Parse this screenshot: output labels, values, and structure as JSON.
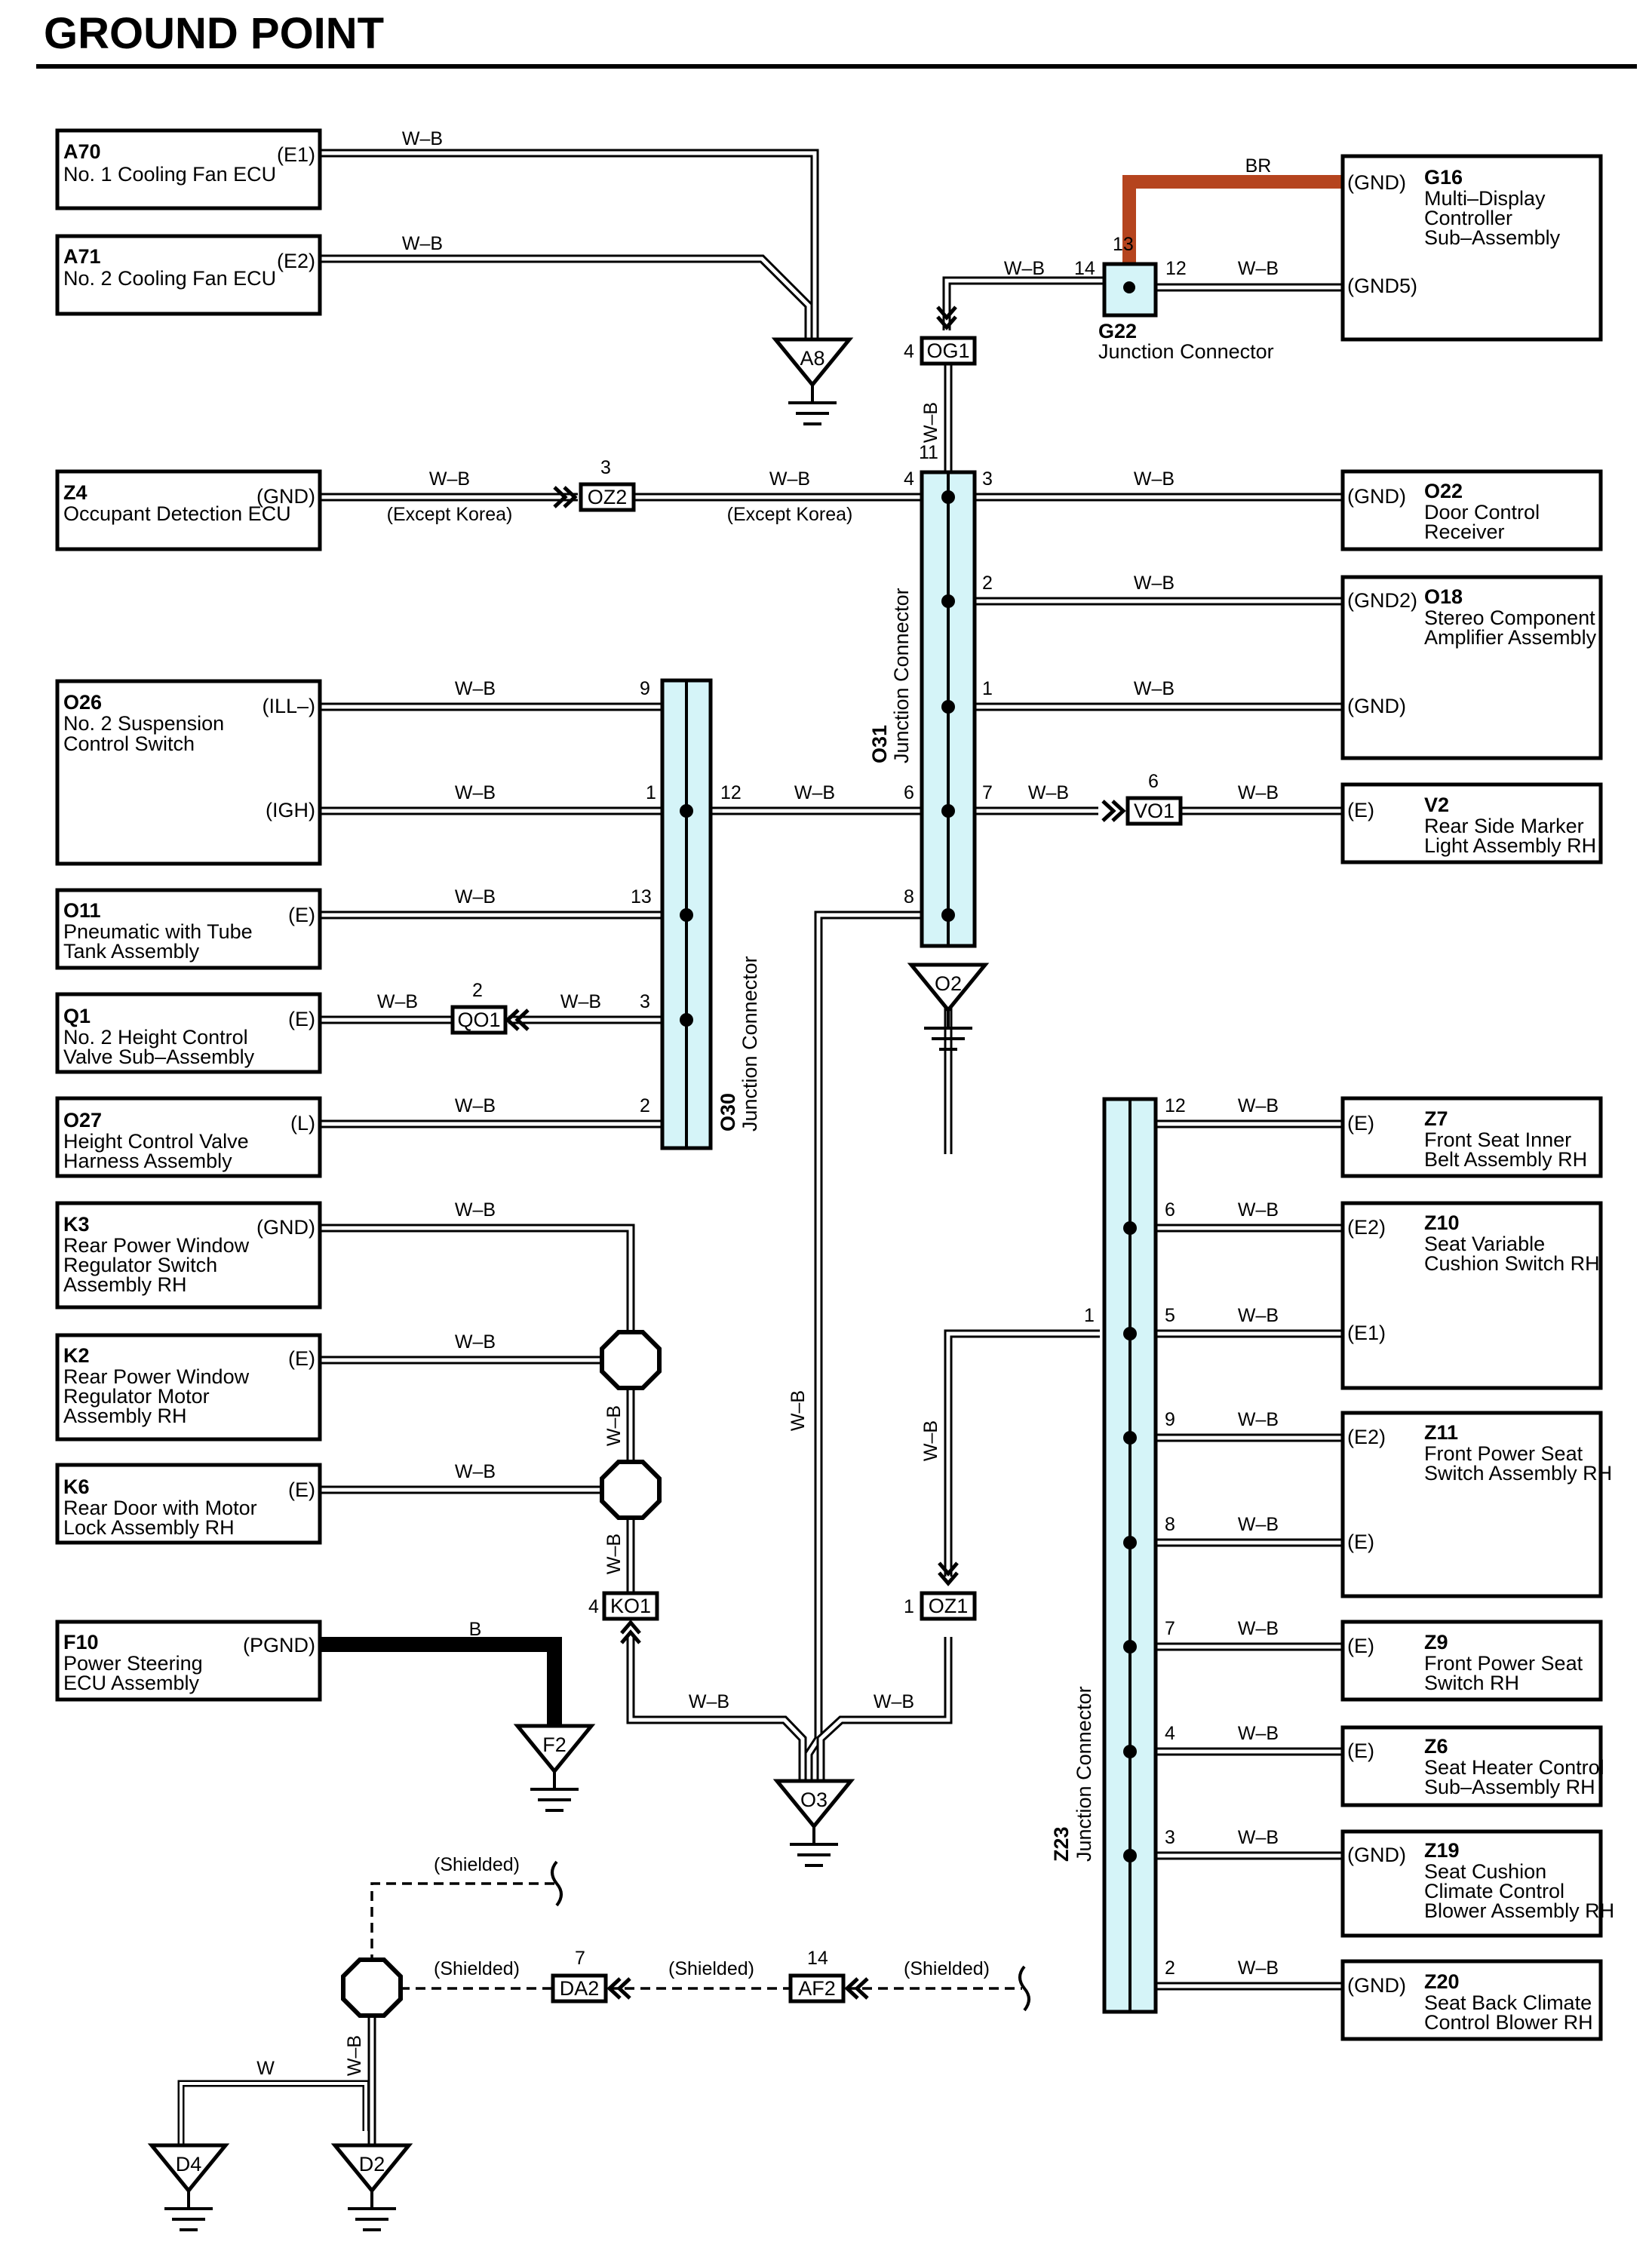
{
  "title": "GROUND POINT",
  "colors": {
    "wire_wb": "#000000",
    "wire_br": "#b5441e",
    "wire_b": "#000000",
    "junction_fill": "#d5f4f8"
  },
  "components": {
    "A70": {
      "code": "A70",
      "name": [
        "No.  1 Cooling Fan ECU"
      ],
      "pins": [
        "(E1)"
      ]
    },
    "A71": {
      "code": "A71",
      "name": [
        "No.  2 Cooling Fan ECU"
      ],
      "pins": [
        "(E2)"
      ]
    },
    "Z4": {
      "code": "Z4",
      "name": [
        "Occupant Detection ECU"
      ],
      "pins": [
        "(GND)"
      ]
    },
    "O26": {
      "code": "O26",
      "name": [
        "No.  2 Suspension",
        "Control Switch"
      ],
      "pins": [
        "(ILL–)",
        "(IGH)"
      ]
    },
    "O11": {
      "code": "O11",
      "name": [
        "Pneumatic with Tube",
        "Tank Assembly"
      ],
      "pins": [
        "(E)"
      ]
    },
    "Q1": {
      "code": "Q1",
      "name": [
        "No.  2 Height Control",
        "Valve Sub–Assembly"
      ],
      "pins": [
        "(E)"
      ]
    },
    "O27": {
      "code": "O27",
      "name": [
        "Height Control Valve",
        "Harness Assembly"
      ],
      "pins": [
        "(L)"
      ]
    },
    "K3": {
      "code": "K3",
      "name": [
        "Rear Power Window",
        "Regulator Switch",
        "Assembly RH"
      ],
      "pins": [
        "(GND)"
      ]
    },
    "K2": {
      "code": "K2",
      "name": [
        "Rear Power Window",
        "Regulator Motor",
        "Assembly RH"
      ],
      "pins": [
        "(E)"
      ]
    },
    "K6": {
      "code": "K6",
      "name": [
        "Rear Door with Motor",
        "Lock Assembly RH"
      ],
      "pins": [
        "(E)"
      ]
    },
    "F10": {
      "code": "F10",
      "name": [
        "Power Steering",
        "ECU Assembly"
      ],
      "pins": [
        "(PGND)"
      ]
    },
    "G16": {
      "code": "G16",
      "name": [
        "Multi–Display",
        "Controller",
        "Sub–Assembly"
      ],
      "pins": [
        "(GND)",
        "(GND5)"
      ]
    },
    "O22": {
      "code": "O22",
      "name": [
        "Door Control",
        "Receiver"
      ],
      "pins": [
        "(GND)"
      ]
    },
    "O18": {
      "code": "O18",
      "name": [
        "Stereo Component",
        "Amplifier Assembly"
      ],
      "pins": [
        "(GND2)",
        "(GND)"
      ]
    },
    "V2": {
      "code": "V2",
      "name": [
        "Rear Side Marker",
        "Light Assembly RH"
      ],
      "pins": [
        "(E)"
      ]
    },
    "Z7": {
      "code": "Z7",
      "name": [
        "Front Seat Inner",
        "Belt Assembly RH"
      ],
      "pins": [
        "(E)"
      ]
    },
    "Z10": {
      "code": "Z10",
      "name": [
        "Seat Variable",
        "Cushion Switch RH"
      ],
      "pins": [
        "(E2)",
        "(E1)"
      ]
    },
    "Z11": {
      "code": "Z11",
      "name": [
        "Front Power Seat",
        "Switch Assembly RH"
      ],
      "pins": [
        "(E2)",
        "(E)"
      ]
    },
    "Z9": {
      "code": "Z9",
      "name": [
        "Front Power Seat",
        "Switch RH"
      ],
      "pins": [
        "(E)"
      ]
    },
    "Z6": {
      "code": "Z6",
      "name": [
        "Seat Heater Control",
        "Sub–Assembly RH"
      ],
      "pins": [
        "(E)"
      ]
    },
    "Z19": {
      "code": "Z19",
      "name": [
        "Seat Cushion",
        "Climate Control",
        "Blower Assembly RH"
      ],
      "pins": [
        "(GND)"
      ]
    },
    "Z20": {
      "code": "Z20",
      "name": [
        "Seat Back Climate",
        "Control Blower RH"
      ],
      "pins": [
        "(GND)"
      ]
    }
  },
  "junction_connectors": {
    "G22": {
      "code": "G22",
      "name": "Junction Connector",
      "pins": [
        "13",
        "14",
        "12"
      ]
    },
    "O31": {
      "code": "O31",
      "name": "Junction Connector",
      "pins": [
        "11",
        "4",
        "3",
        "2",
        "1",
        "6",
        "7",
        "8"
      ]
    },
    "O30": {
      "code": "O30",
      "name": "Junction Connector",
      "pins": [
        "9",
        "1",
        "12",
        "13",
        "3",
        "2"
      ]
    },
    "Z23": {
      "code": "Z23",
      "name": "Junction Connector",
      "pins": [
        "12",
        "6",
        "5",
        "1",
        "9",
        "8",
        "7",
        "4",
        "3",
        "2"
      ]
    }
  },
  "inline_connectors": {
    "OG1": {
      "code": "OG1",
      "pin": "4"
    },
    "OZ2": {
      "code": "OZ2",
      "pin": "3"
    },
    "VO1": {
      "code": "VO1",
      "pin": "6"
    },
    "QO1": {
      "code": "QO1",
      "pin": "2"
    },
    "KO1": {
      "code": "KO1",
      "pin": "4"
    },
    "OZ1": {
      "code": "OZ1",
      "pin": "1"
    },
    "DA2": {
      "code": "DA2",
      "pin": "7"
    },
    "AF2": {
      "code": "AF2",
      "pin": "14"
    }
  },
  "grounds": [
    "A8",
    "O2",
    "F2",
    "O3",
    "D4",
    "D2"
  ],
  "wire_labels": {
    "wb": "W–B",
    "br": "BR",
    "b": "B",
    "w": "W",
    "except_korea": "(Except Korea)",
    "shielded": "(Shielded)"
  }
}
